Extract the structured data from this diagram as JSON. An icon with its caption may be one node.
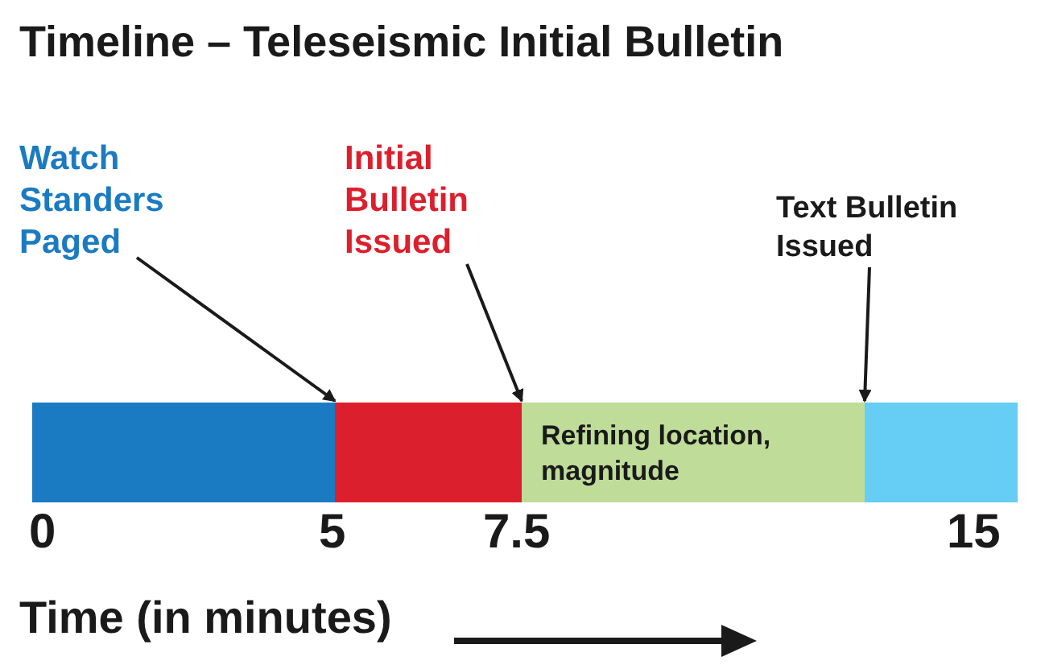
{
  "diagram": {
    "title": "Timeline – Teleseismic Initial Bulletin",
    "nodes": [
      {
        "text": [
          "Watch Standers Paged"
        ]
      },
      {
        "text": [
          "Initial Bulletin Issued"
        ]
      },
      {
        "text": [
          "Text Bulletin Issued"
        ]
      },
      {
        "text": [],
        "shape": "bar"
      },
      {
        "text": [],
        "shape": "bar"
      },
      {
        "text": [
          "Refining location, magnitude"
        ]
      },
      {
        "text": [],
        "shape": "bar"
      }
    ],
    "edges": [
      {
        "from": 0,
        "to": 4,
        "arrow": "to"
      },
      {
        "from": 1,
        "to": 5,
        "arrow": "to"
      },
      {
        "from": 2,
        "to": 6,
        "arrow": "to"
      }
    ],
    "labels": [
      "0",
      "5",
      "7.5",
      "15",
      "Time (in minutes)"
    ]
  }
}
